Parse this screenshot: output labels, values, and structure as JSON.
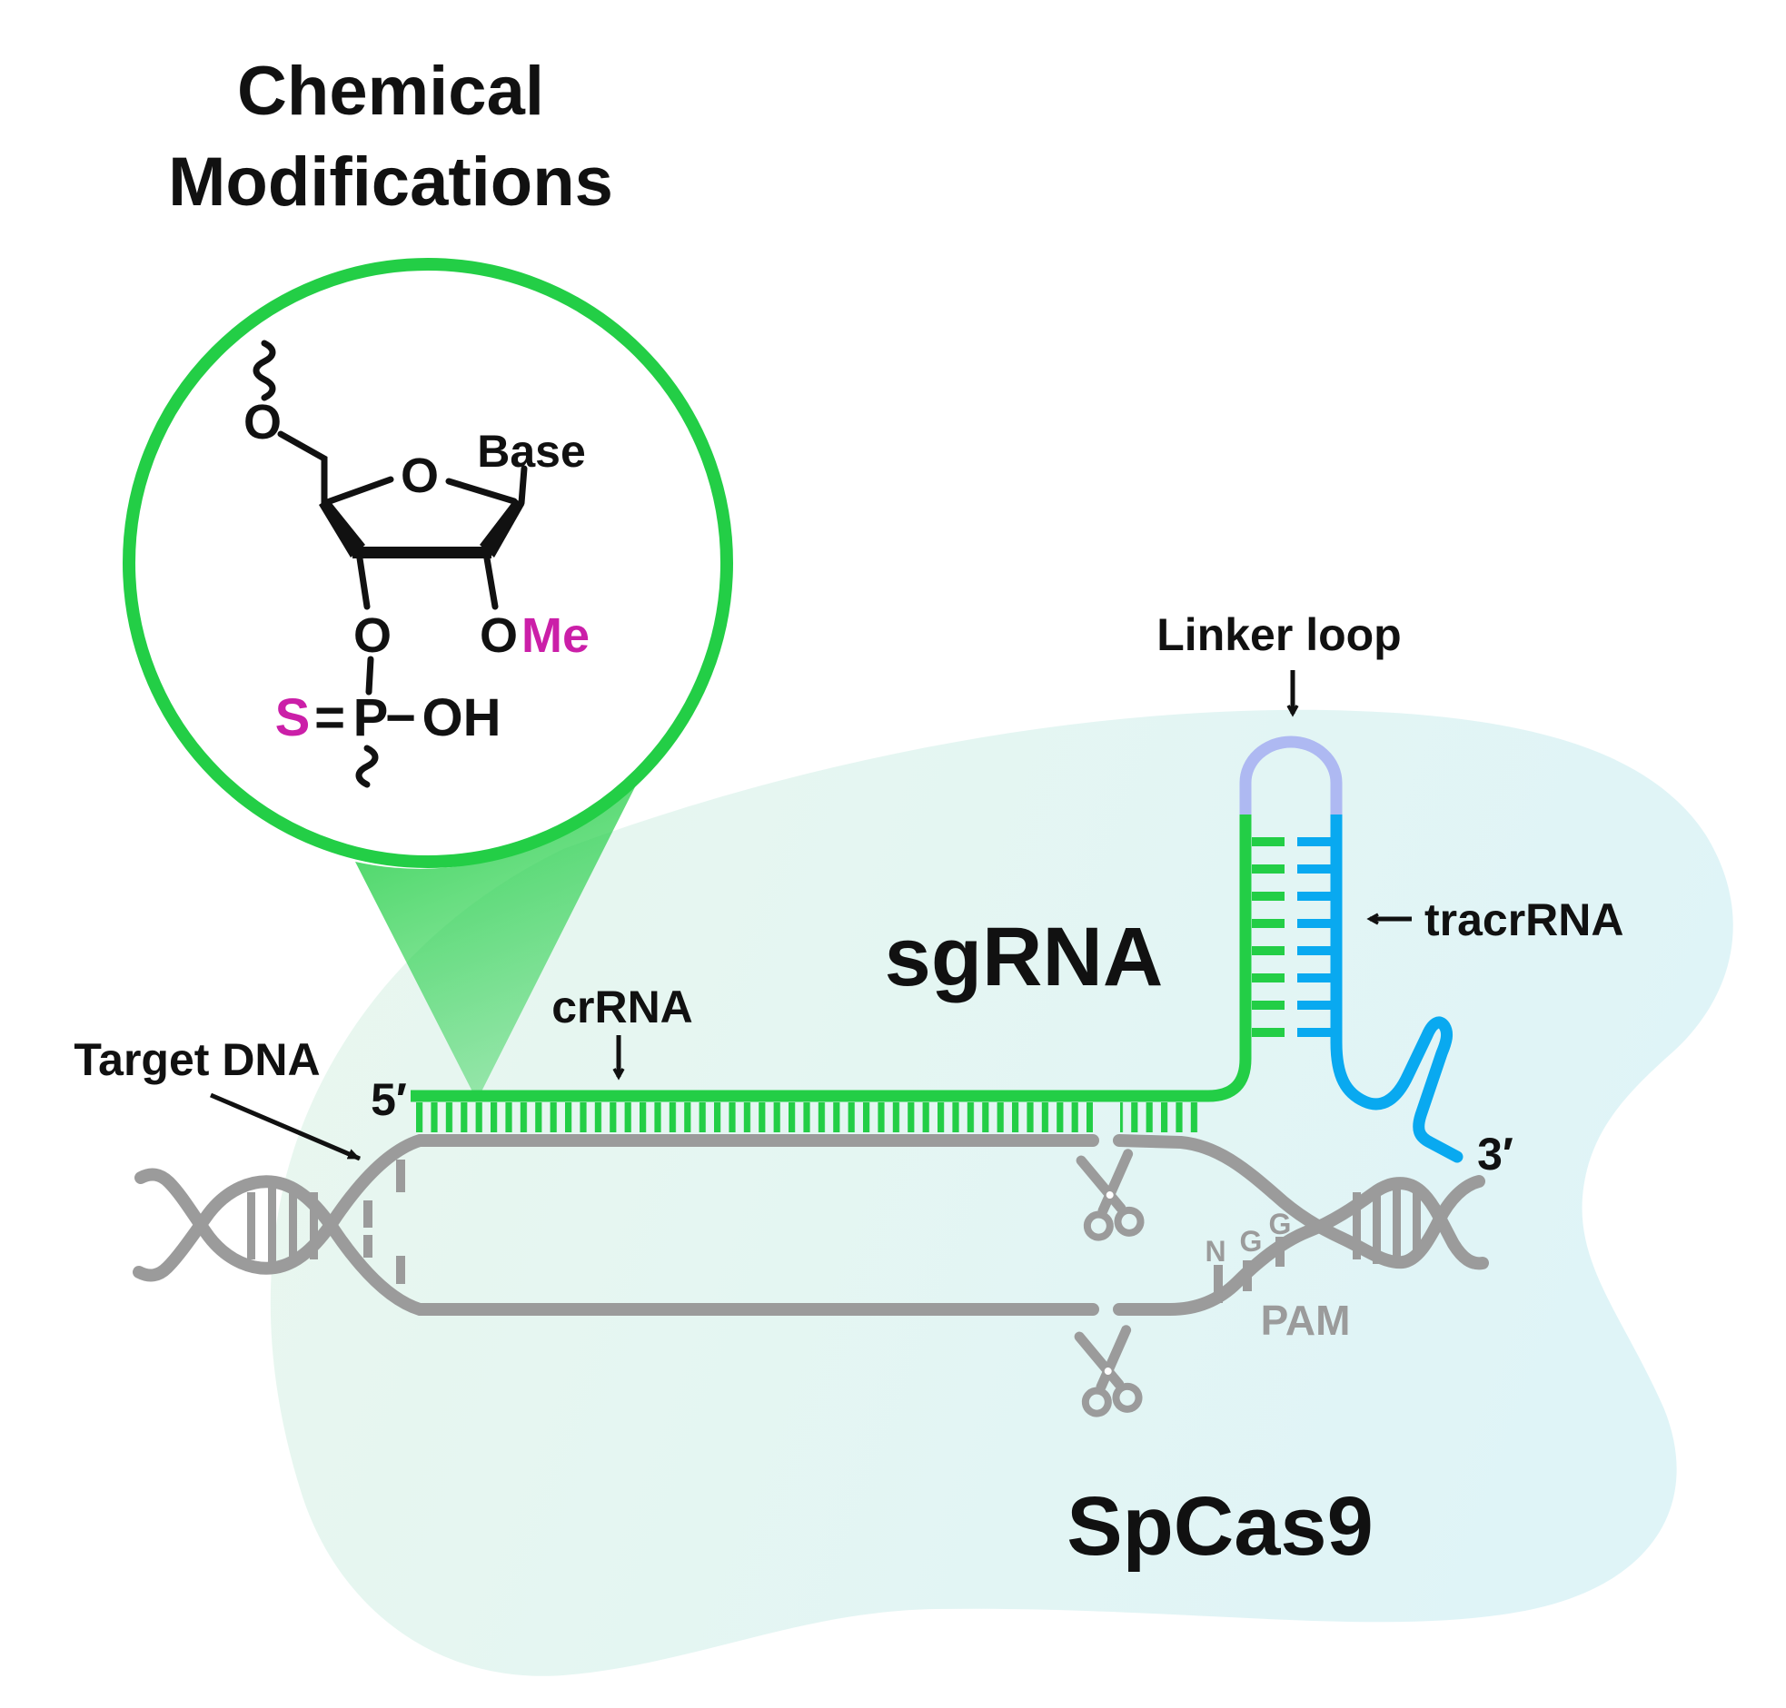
{
  "title": {
    "line1": "Chemical",
    "line2": "Modifications"
  },
  "inset_molecule": {
    "phosphate_chain_o": "O",
    "ring_o": "O",
    "base": "Base",
    "o3": "O",
    "o2": "O",
    "me": "Me",
    "s": "S",
    "double_bond": "=",
    "p": "P",
    "single_bond": "−",
    "oh": "OH"
  },
  "labels": {
    "linker_loop": "Linker loop",
    "tracrrna": "tracrRNA",
    "sgrna": "sgRNA",
    "crrna": "crRNA",
    "target_dna": "Target DNA",
    "five_prime": "5′",
    "three_prime": "3′",
    "pam": "PAM",
    "pam_n": "N",
    "pam_g1": "G",
    "pam_g2": "G",
    "spcas9": "SpCas9"
  },
  "colors": {
    "green": "#23CE46",
    "blue": "#09A9F0",
    "lavender": "#AEB9F2",
    "gray": "#9B9B9B",
    "magenta": "#CB1FA8",
    "ink": "#111111",
    "blobA": "#E9F7EE",
    "blobB": "#DFF4F7",
    "beam": "#21CE45"
  }
}
